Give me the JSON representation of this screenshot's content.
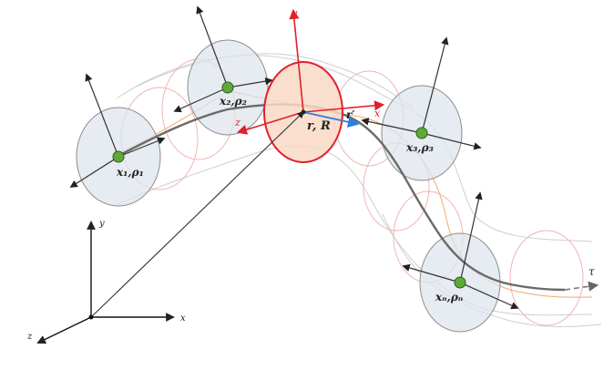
{
  "world_frame": {
    "x_label": "x",
    "y_label": "y",
    "z_label": "z"
  },
  "local_frame": {
    "x_label": "x",
    "y_label": "y",
    "z_label": "z",
    "r_prime_label": "r′"
  },
  "center_label": "r, R",
  "tau_label": "τ",
  "nodes": [
    {
      "label": "x₁,ρ₁"
    },
    {
      "label": "x₂,ρ₂"
    },
    {
      "label": "x₃,ρ₃"
    },
    {
      "label": "xₙ,ρₙ"
    }
  ],
  "colors": {
    "node_fill": "#5fa93a",
    "disc_fill": "#dde6ec",
    "center_disc_fill": "#f9d9c6",
    "center_disc_stroke": "#e0202a",
    "frame_red": "#e0202a",
    "tangent_blue": "#2a7fe0",
    "orange_path": "#f0a060",
    "tube_lines": "#d8d8d8",
    "ghost_circles": "#f0b0b0"
  }
}
